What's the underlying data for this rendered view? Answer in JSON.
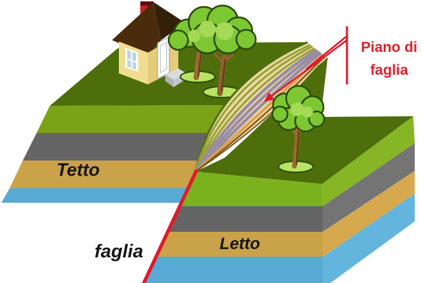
{
  "diagram": {
    "type": "geology-fault-block-diagram",
    "labels": {
      "fault_plane_line1": "Piano di",
      "fault_plane_line2": "faglia",
      "hanging_wall": "Tetto",
      "footwall": "Letto",
      "fault": "faglia"
    },
    "colors": {
      "grass_top": "#4d6e0a",
      "layer_green_left": "#7aa318",
      "layer_green_right": "#7cb11e",
      "layer_green_side": "#86b626",
      "layer_gray": "#656565",
      "layer_gray_side": "#747474",
      "layer_tan": "#c9a24a",
      "layer_tan_side": "#d6a94e",
      "layer_blue": "#58a9d4",
      "layer_blue_side": "#64b5de",
      "fault_red": "#e3182a",
      "label_red": "#e0202c",
      "fault_plane_cream": "#ecd9a4",
      "stripe_olive": "#96a238",
      "stripe_purple": "#9a8ca4",
      "stripe_orange": "#dca352",
      "stripe_brown": "#8a5a20",
      "tree_green": "#7dc832",
      "tree_highlight": "#a4da55",
      "house_wall": "#f0dd92",
      "house_roof": "#4a2b0c"
    }
  }
}
